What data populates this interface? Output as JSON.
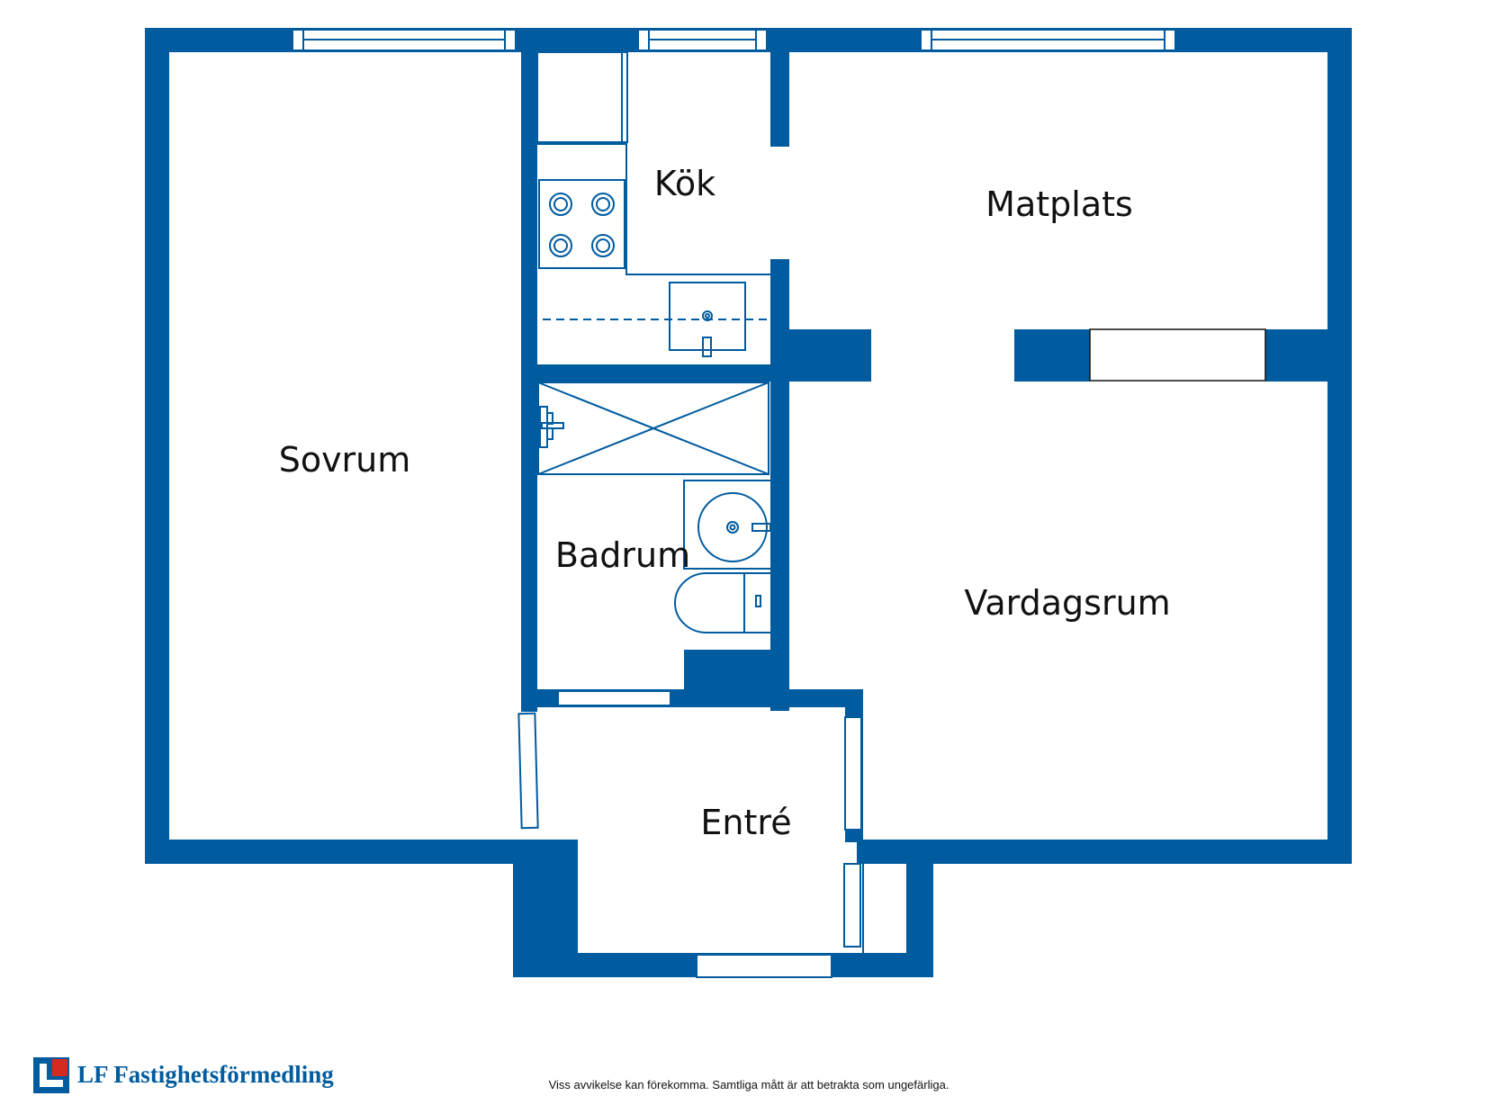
{
  "colors": {
    "wall": "#005b9f",
    "background": "#ffffff",
    "text": "#111111",
    "logo_red": "#d52b1e"
  },
  "rooms": {
    "sovrum": "Sovrum",
    "kok": "Kök",
    "matplats": "Matplats",
    "badrum": "Badrum",
    "vardagsrum": "Vardagsrum",
    "entre": "Entré"
  },
  "footer": {
    "brand": "LF Fastighetsförmedling",
    "disclaimer": "Viss avvikelse kan förekomma. Samtliga mått är att betrakta som ungefärliga."
  }
}
